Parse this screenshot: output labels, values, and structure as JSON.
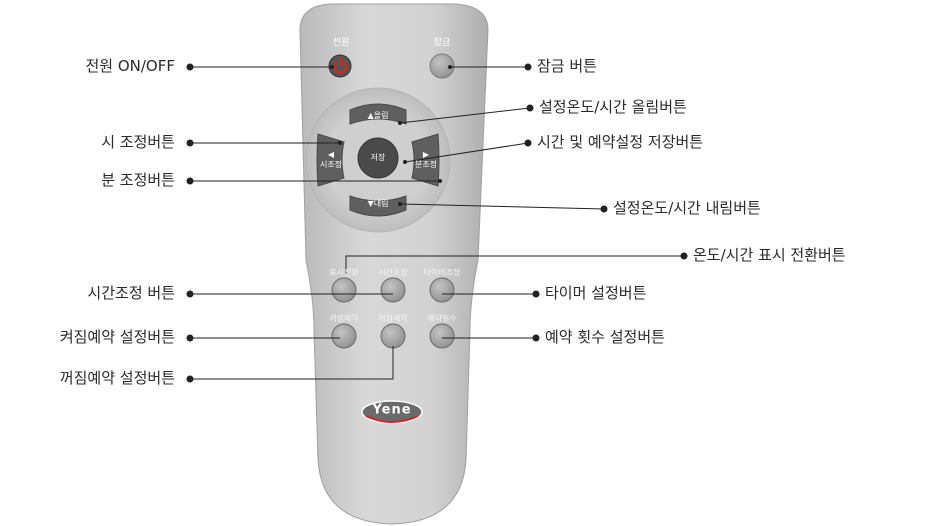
{
  "remote": {
    "power_label": "전원",
    "lock_label": "잠금",
    "up_label": "▲올림",
    "down_label": "▼내림",
    "left_label": "◀\n시조정",
    "right_label": "▶\n분조정",
    "center_label": "저장",
    "row1_labels": [
      "표시전환",
      "시간조정",
      "타이머조정"
    ],
    "row2_labels": [
      "켜짐예약",
      "꺼짐예약",
      "예약횟수"
    ],
    "brand": "Yene",
    "colors": {
      "body": "#cfcfcf",
      "button": "#a9a9a9",
      "dpad": "#5a5a5a",
      "power_accent": "#e2231a"
    }
  },
  "callouts": {
    "power": "전원 ON/OFF",
    "lock": "잠금 버튼",
    "up": "설정온도/시간 올림버튼",
    "save": "시간 및 예약설정 저장버튼",
    "hour": "시 조정버튼",
    "minute": "분 조정버튼",
    "down": "설정온도/시간 내림버튼",
    "display": "온도/시간 표시 전환버튼",
    "time_adjust": "시간조정 버튼",
    "timer": "타이머 설정버튼",
    "on_reserve": "켜짐예약 설정버튼",
    "off_reserve": "꺼짐예약 설정버튼",
    "reserve_count": "예약 횟수 설정버튼"
  }
}
